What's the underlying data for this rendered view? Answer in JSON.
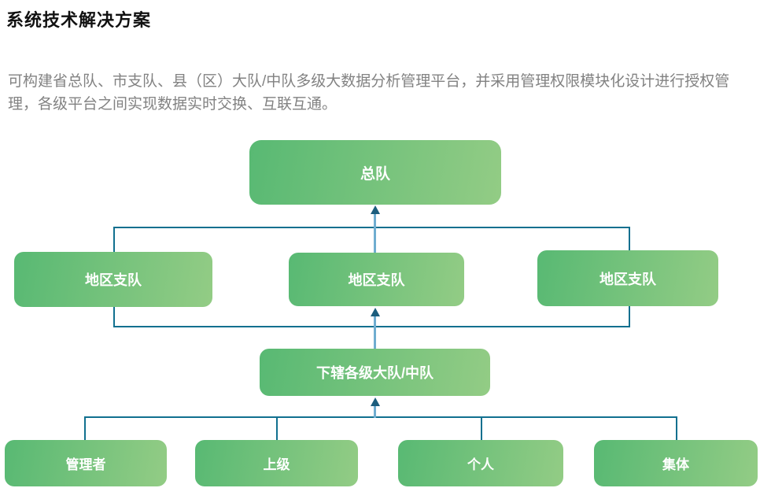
{
  "page": {
    "title": "系统技术解决方案",
    "description": "可构建省总队、市支队、县（区）大队/中队多级大数据分析管理平台，并采用管理权限模块化设计进行授权管理，各级平台之间实现数据实时交换、互联互通。"
  },
  "diagram": {
    "top_node": {
      "label": "总队"
    },
    "regional_nodes": [
      {
        "label": "地区支队"
      },
      {
        "label": "地区支队"
      },
      {
        "label": "地区支队"
      }
    ],
    "subordinate_node": {
      "label": "下辖各级大队/中队"
    },
    "bottom_nodes": [
      {
        "label": "管理者"
      },
      {
        "label": "上级"
      },
      {
        "label": "个人"
      },
      {
        "label": "集体"
      }
    ],
    "colors": {
      "node_gradient_start": "#58b973",
      "node_gradient_end": "#93cc85",
      "node_text": "#ffffff",
      "connector": "#11708f",
      "arrow_line": "#6fadd0",
      "arrow_head": "#1b5d7d",
      "title_text": "#111111",
      "body_text": "#828282"
    }
  }
}
